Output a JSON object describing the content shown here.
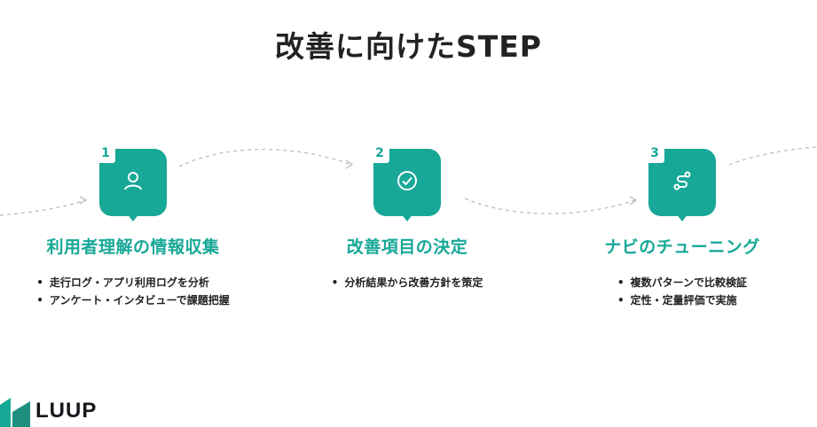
{
  "title": "改善に向けたSTEP",
  "steps": [
    {
      "number": "1",
      "icon": "person-icon",
      "heading": "利用者理解の情報収集",
      "bullets": [
        "走行ログ・アプリ利用ログを分析",
        "アンケート・インタビューで課題把握"
      ]
    },
    {
      "number": "2",
      "icon": "check-circle-icon",
      "heading": "改善項目の決定",
      "bullets": [
        "分析結果から改善方針を策定"
      ]
    },
    {
      "number": "3",
      "icon": "route-icon",
      "heading": "ナビのチューニング",
      "bullets": [
        "複数パターンで比較検証",
        "定性・定量評価で実施"
      ]
    }
  ],
  "logo": {
    "text": "LUUP"
  },
  "colors": {
    "accent": "#17a897",
    "text": "#222222",
    "connector": "#bdbdbd"
  }
}
